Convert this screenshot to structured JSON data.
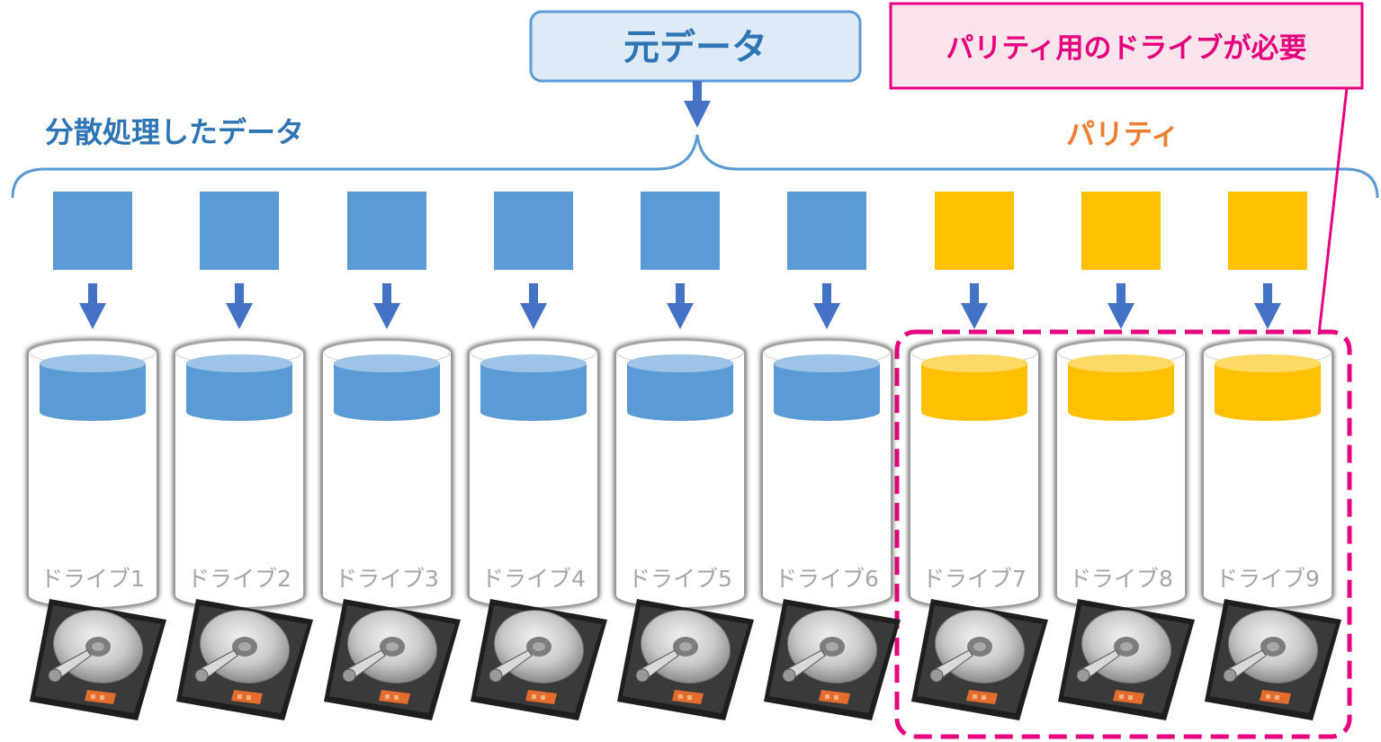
{
  "source": {
    "label": "元データ"
  },
  "groups": {
    "data_label": "分散処理したデータ",
    "parity_label": "パリティ"
  },
  "callout": {
    "text": "パリティ用のドライブが必要"
  },
  "drives": [
    {
      "label": "ドライブ1",
      "role": "data"
    },
    {
      "label": "ドライブ2",
      "role": "data"
    },
    {
      "label": "ドライブ3",
      "role": "data"
    },
    {
      "label": "ドライブ4",
      "role": "data"
    },
    {
      "label": "ドライブ5",
      "role": "data"
    },
    {
      "label": "ドライブ6",
      "role": "data"
    },
    {
      "label": "ドライブ7",
      "role": "parity"
    },
    {
      "label": "ドライブ8",
      "role": "parity"
    },
    {
      "label": "ドライブ9",
      "role": "parity"
    }
  ],
  "colors": {
    "data": "#5b9bd5",
    "data_light": "#9dc3e6",
    "parity": "#ffc000",
    "parity_light": "#ffd966",
    "arrow": "#4472c4",
    "data_text": "#2e75b6",
    "parity_text": "#ed7d31",
    "callout": "#e6007e",
    "callout_fill": "#fce4ec",
    "source_fill": "#deebf7",
    "source_border": "#5b9bd5",
    "source_text": "#2e75b6",
    "drive_label": "#a6a6a6"
  }
}
